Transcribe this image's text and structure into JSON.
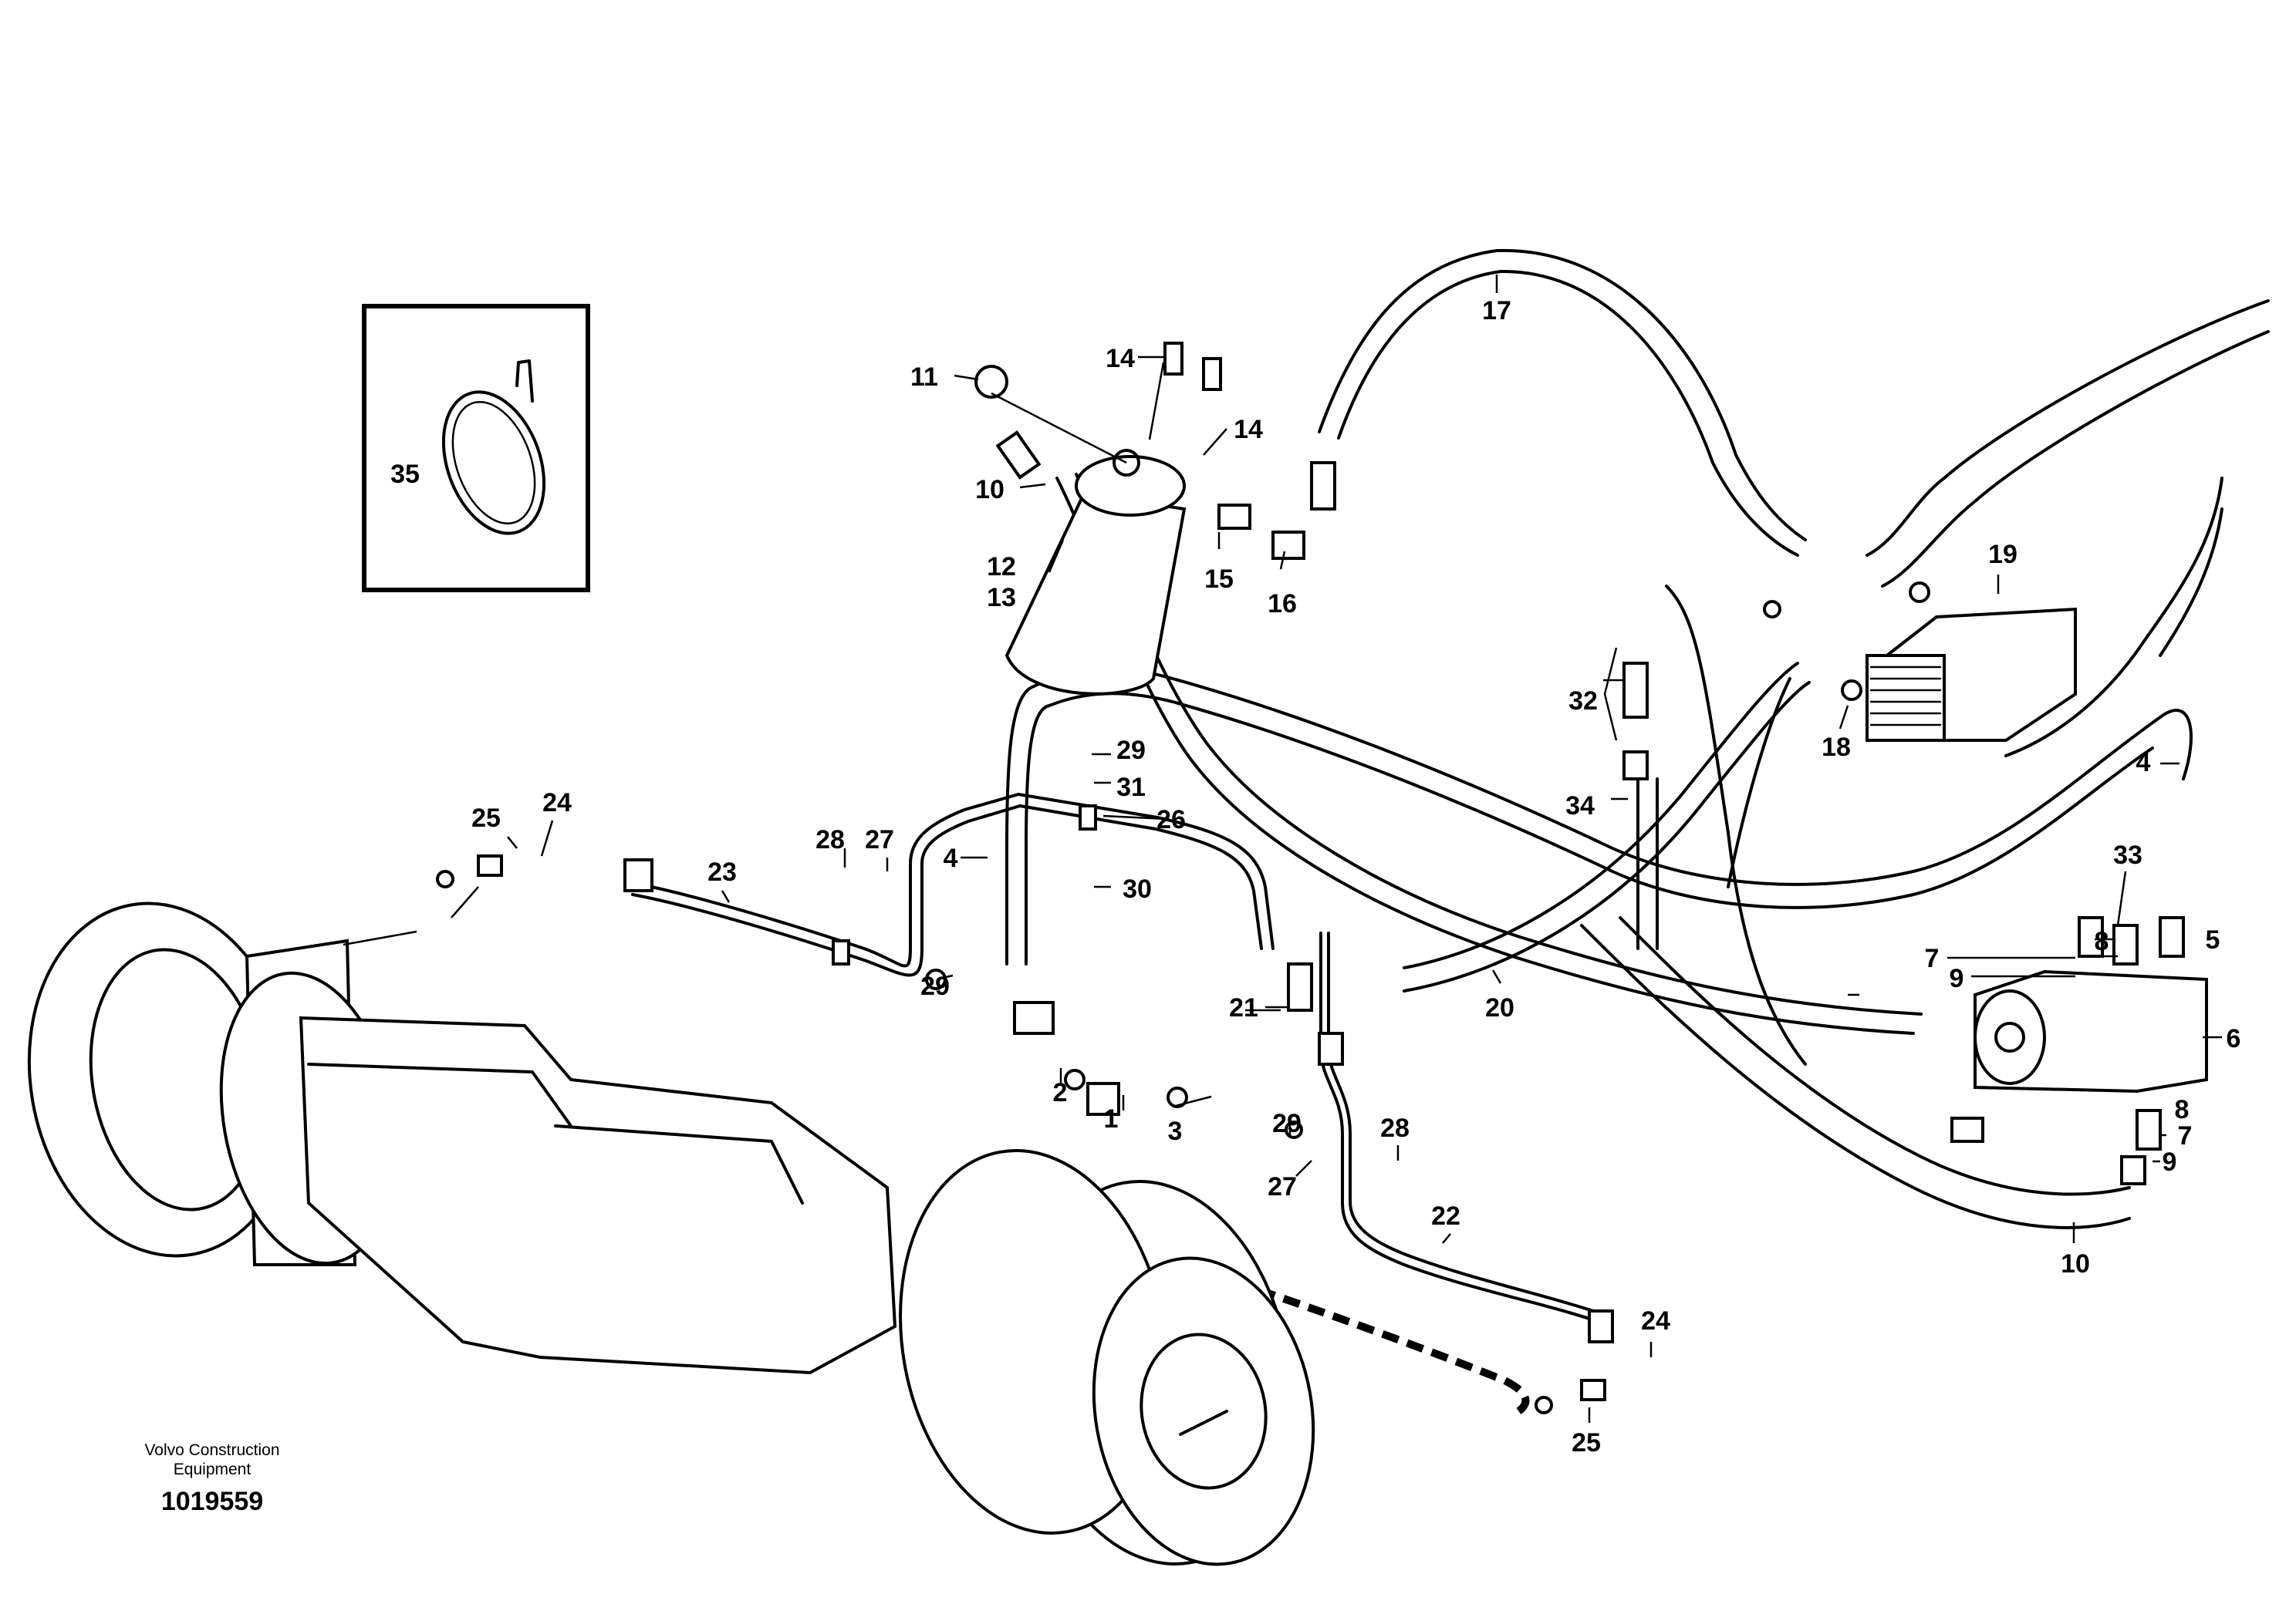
{
  "footer": {
    "brand_line1": "Volvo Construction",
    "brand_line2": "Equipment",
    "document_number": "1019559"
  },
  "callouts": [
    "1",
    "2",
    "3",
    "4",
    "4",
    "5",
    "6",
    "7",
    "7",
    "8",
    "8",
    "9",
    "9",
    "10",
    "10",
    "11",
    "12",
    "13",
    "14",
    "14",
    "15",
    "16",
    "17",
    "18",
    "19",
    "20",
    "21",
    "22",
    "23",
    "24",
    "24",
    "25",
    "25",
    "26",
    "27",
    "27",
    "28",
    "28",
    "29",
    "29",
    "29",
    "30",
    "31",
    "32",
    "33",
    "34",
    "35"
  ]
}
